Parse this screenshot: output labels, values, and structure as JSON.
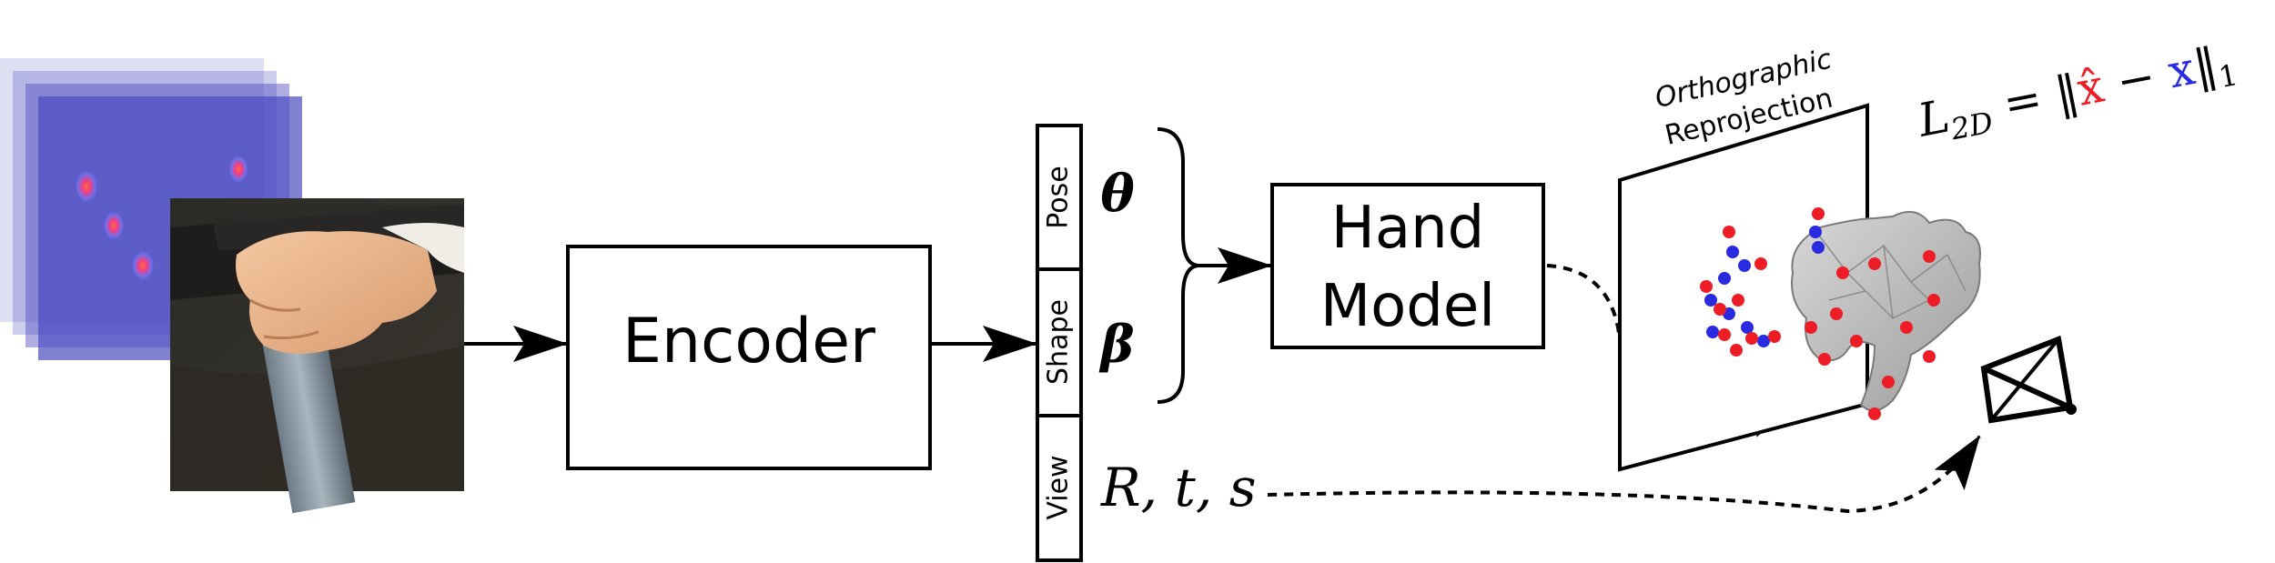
{
  "blocks": {
    "encoder": "Encoder",
    "hand_model_line1": "Hand",
    "hand_model_line2": "Model"
  },
  "params": {
    "pose_label": "Pose",
    "shape_label": "Shape",
    "view_label": "View",
    "pose_symbol": "θ",
    "shape_symbol": "β",
    "view_symbols": "R, t, s"
  },
  "projection": {
    "label_line1": "Orthographic",
    "label_line2": "Reprojection"
  },
  "loss": {
    "lhs": "L",
    "subscript": "2D",
    "equals": " = ‖",
    "xhat": "x̂",
    "minus": " − ",
    "x": "x",
    "rhs_norm": "‖",
    "norm_subscript": "1"
  },
  "colors": {
    "heatmap": "#4b4bc0",
    "predicted_keypoints": "#ee1c25",
    "target_keypoints": "#2a2ae0",
    "hand_mesh": "#b5b5b5"
  }
}
